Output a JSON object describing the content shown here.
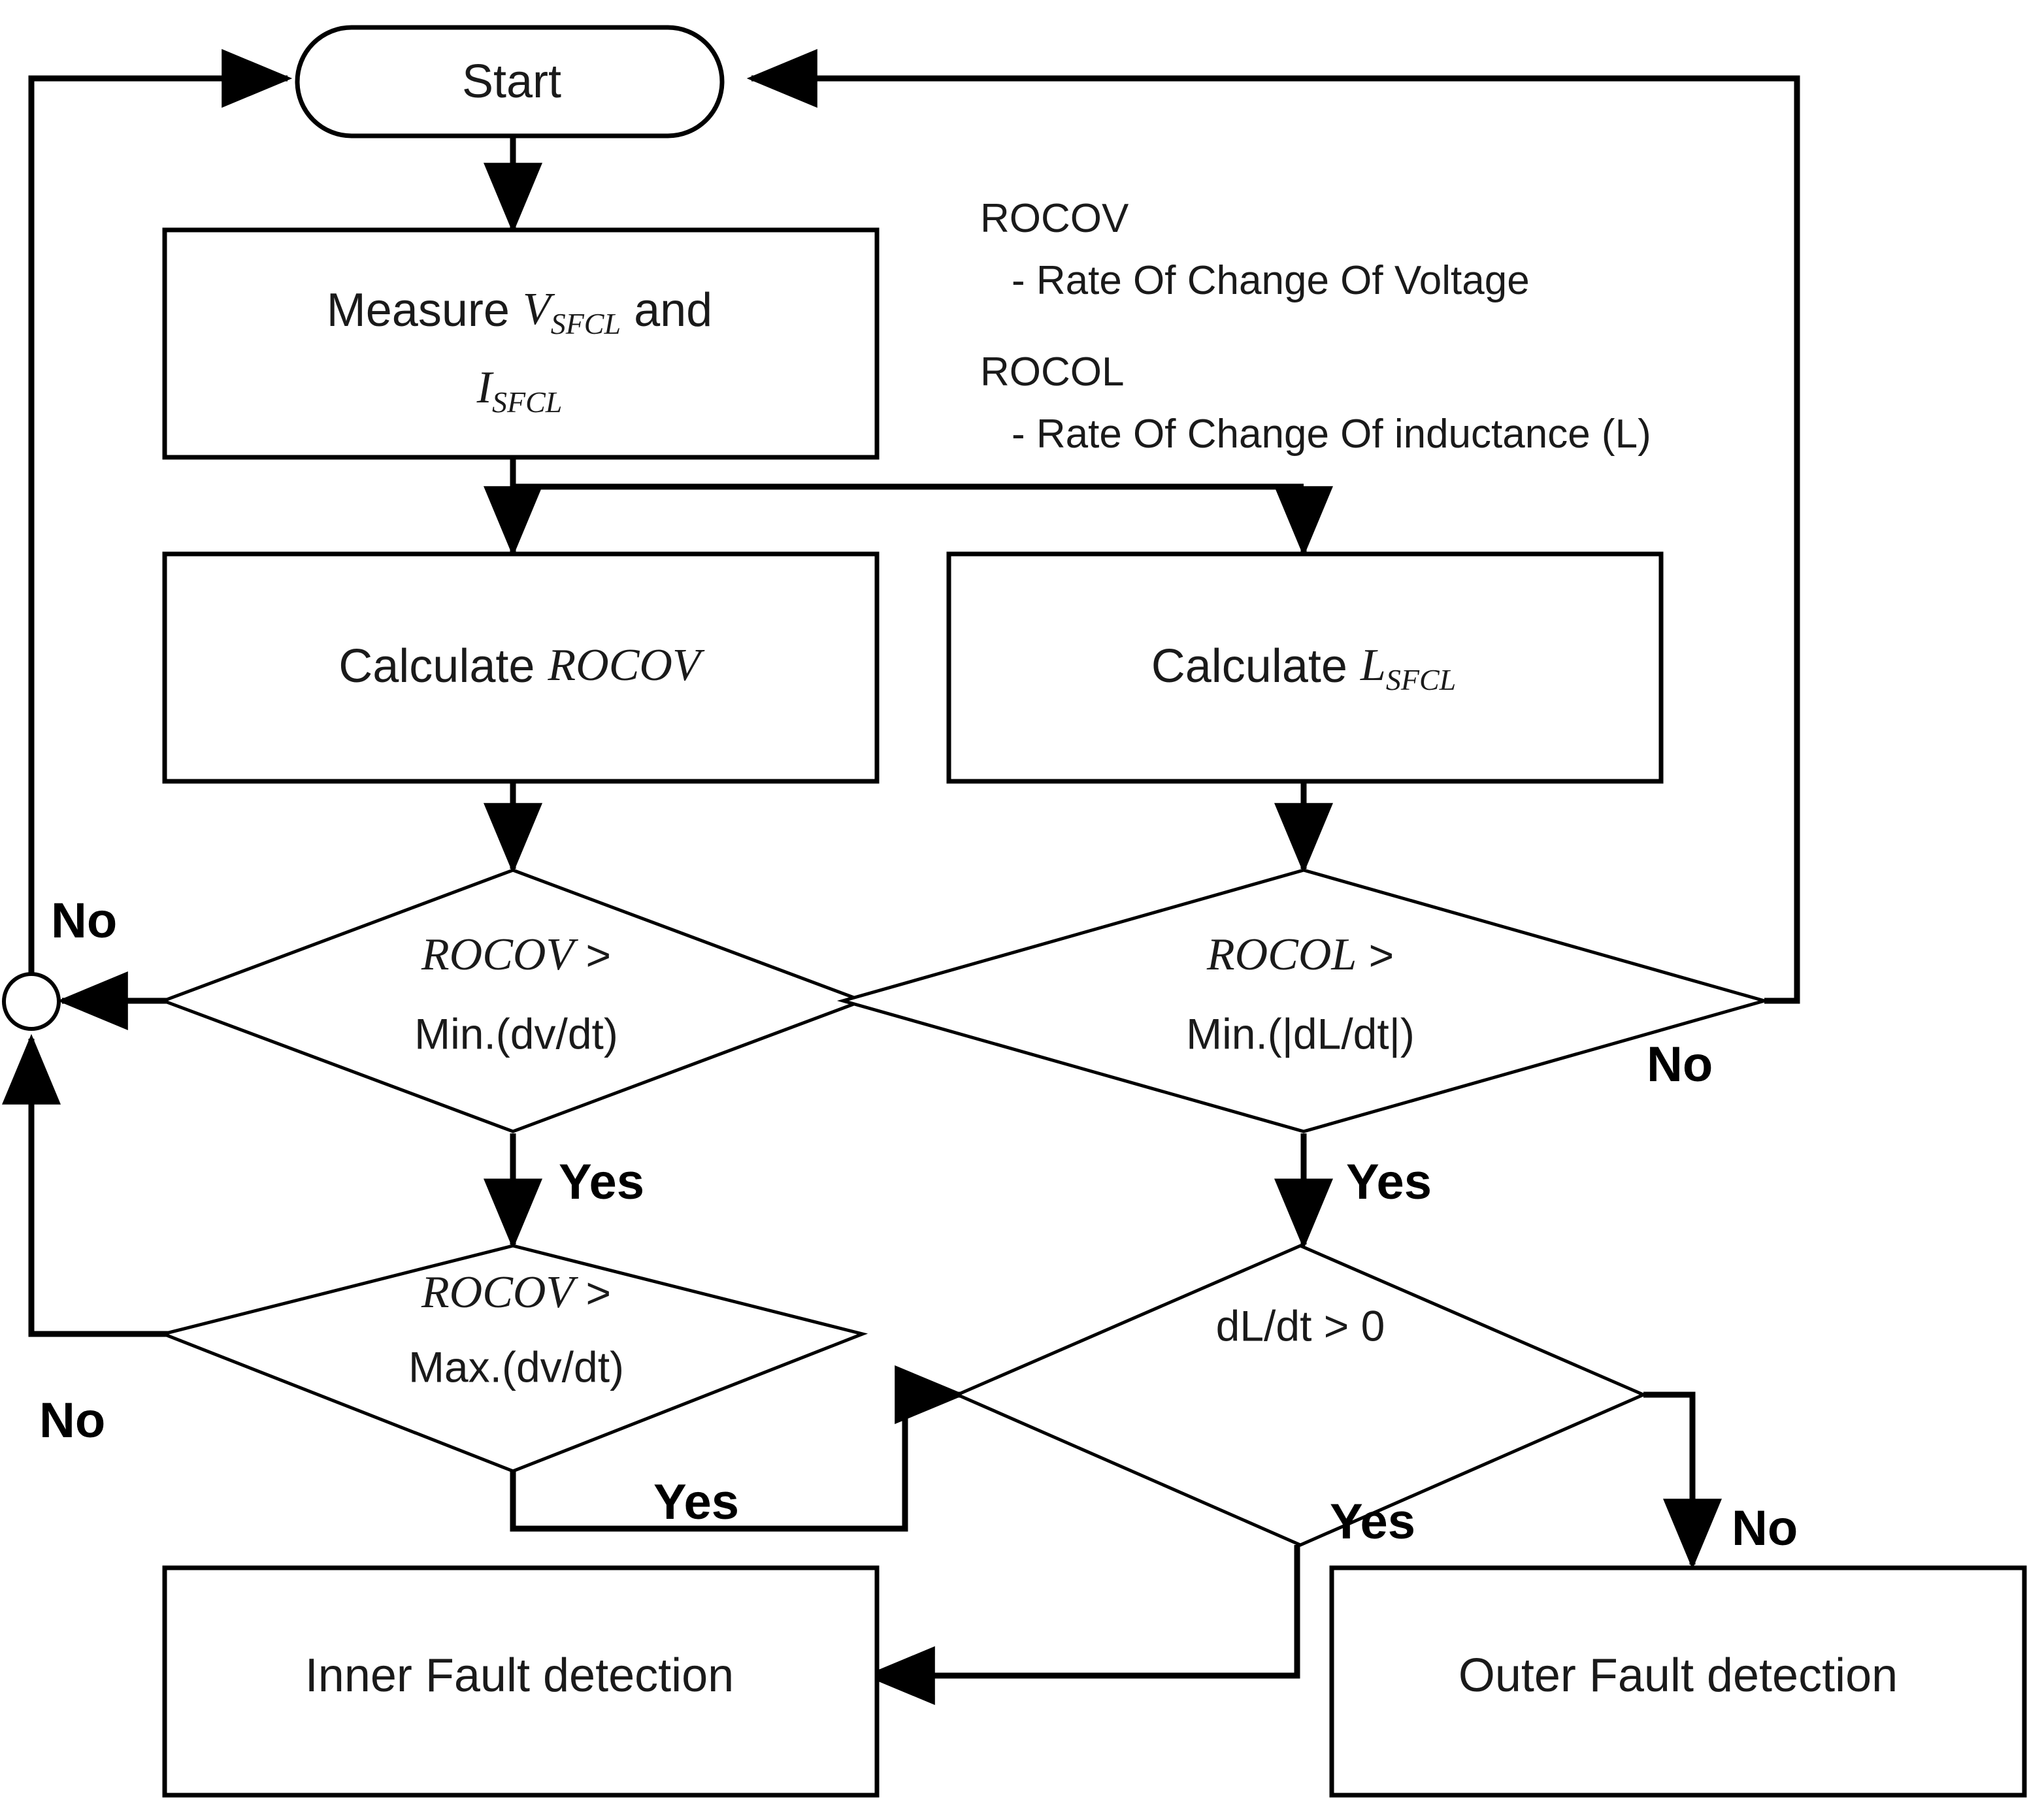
{
  "diagram": {
    "title": "SFCL fault detection flowchart",
    "ink_color": "#000000",
    "background": "#ffffff"
  },
  "nodes": {
    "start": {
      "label": "Start",
      "shape": "terminal"
    },
    "measure": {
      "shape": "process",
      "line1_prefix": "Measure ",
      "line1_var": "V",
      "line1_sub": "SFCL",
      "line1_suffix": " and",
      "line2_var": "I",
      "line2_sub": "SFCL"
    },
    "calc_rocov": {
      "shape": "process",
      "prefix": "Calculate ",
      "var": "ROCOV"
    },
    "calc_lsfcl": {
      "shape": "process",
      "prefix": "Calculate ",
      "var": "L",
      "sub": "SFCL"
    },
    "dec_rocov_min": {
      "shape": "decision",
      "line1_var": "ROCOV",
      "line1_op": " >",
      "line2": "Min.(dv/dt)"
    },
    "dec_rocol_min": {
      "shape": "decision",
      "line1_var": "ROCOL",
      "line1_op": " >",
      "line2": "Min.(|dL/dt|)"
    },
    "dec_rocov_max": {
      "shape": "decision",
      "line1_var": "ROCOV",
      "line1_op": " >",
      "line2": "Max.(dv/dt)"
    },
    "dec_dldt": {
      "shape": "decision",
      "line1": "dL/dt > 0"
    },
    "inner_fault": {
      "shape": "process",
      "label": "Inner Fault detection"
    },
    "outer_fault": {
      "shape": "process",
      "label": "Outer Fault detection"
    },
    "junction": {
      "shape": "connector",
      "label": ""
    }
  },
  "edge_labels": {
    "no_rocov_min": "No",
    "no_rocol_min": "No",
    "no_rocov_max": "No",
    "no_dldt": "No",
    "yes_rocov_min": "Yes",
    "yes_rocol_min": "Yes",
    "yes_rocov_max": "Yes",
    "yes_dldt": "Yes"
  },
  "legend": {
    "items": [
      {
        "abbr": "ROCOV",
        "expansion": "- Rate Of Change Of Voltage"
      },
      {
        "abbr": "ROCOL",
        "expansion": "- Rate Of Change Of inductance (L)"
      }
    ]
  }
}
